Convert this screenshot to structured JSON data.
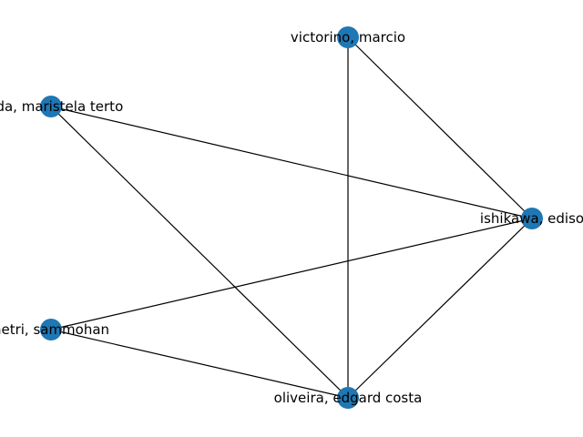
{
  "graph": {
    "node_color": "#1f77b4",
    "edge_color": "#000000",
    "nodes": [
      {
        "id": "victorino",
        "label": "victorino, marcio"
      },
      {
        "id": "miranda",
        "label": "anda, maristela terto"
      },
      {
        "id": "ishikawa",
        "label": "ishikawa, ediso"
      },
      {
        "id": "chhetri",
        "label": "hetri, sammohan"
      },
      {
        "id": "oliveira",
        "label": "oliveira, edgard costa"
      }
    ],
    "edges": [
      [
        "victorino",
        "oliveira"
      ],
      [
        "victorino",
        "ishikawa"
      ],
      [
        "miranda",
        "ishikawa"
      ],
      [
        "miranda",
        "oliveira"
      ],
      [
        "ishikawa",
        "chhetri"
      ],
      [
        "ishikawa",
        "oliveira"
      ],
      [
        "chhetri",
        "oliveira"
      ]
    ]
  }
}
